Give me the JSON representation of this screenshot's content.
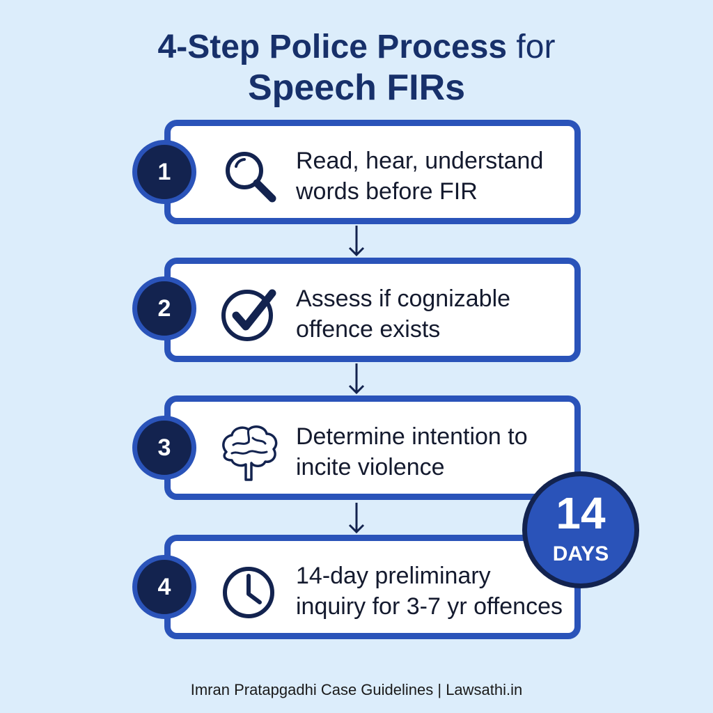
{
  "title": {
    "line1_bold": "4-Step Police Process",
    "line1_rest": " for",
    "line2": "Speech FIRs"
  },
  "steps": [
    {
      "number": "1",
      "icon": "magnifying-glass-icon",
      "line1": "Read, hear, understand",
      "line2": "words before FIR"
    },
    {
      "number": "2",
      "icon": "check-circle-icon",
      "line1": "Assess if cognizable",
      "line2": "offence exists"
    },
    {
      "number": "3",
      "icon": "brain-icon",
      "line1": "Determine intention to",
      "line2": "incite violence"
    },
    {
      "number": "4",
      "icon": "clock-icon",
      "line1": "14-day preliminary",
      "line2": "inquiry for 3-7 yr offences"
    }
  ],
  "badge": {
    "number": "14",
    "unit": "DAYS"
  },
  "footer": "Imran Pratapgadhi Case Guidelines | Lawsathi.in",
  "colors": {
    "navy": "#13234f",
    "blue": "#2a53b9",
    "background": "#dcedfb"
  }
}
